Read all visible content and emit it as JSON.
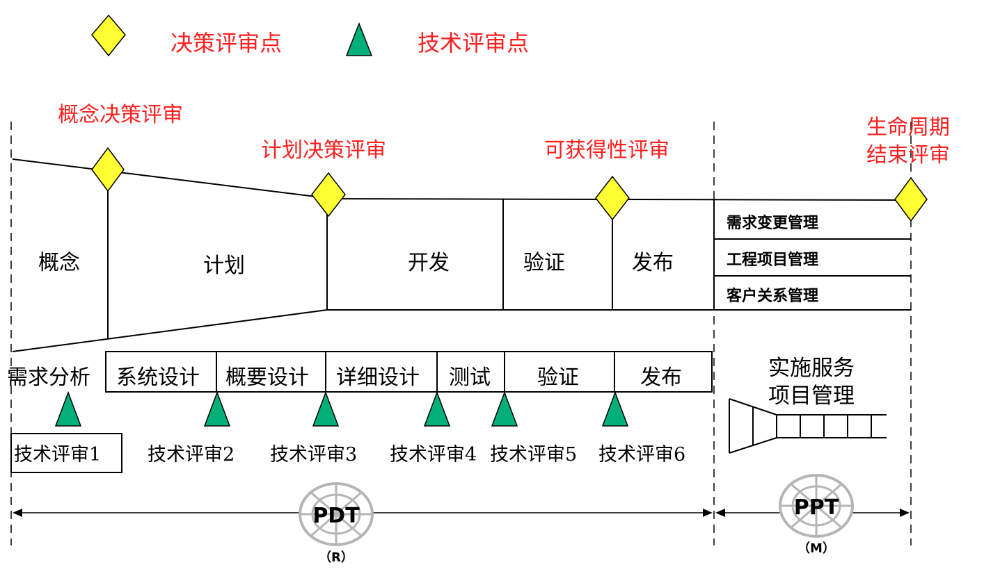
{
  "legend": {
    "decision_label": "决策评审点",
    "technical_label": "技术评审点"
  },
  "decision_reviews": {
    "concept": "概念决策评审",
    "plan": "计划决策评审",
    "availability": "可获得性评审",
    "lifecycle_line1": "生命周期",
    "lifecycle_line2": "结束评审"
  },
  "phases": {
    "concept": "概念",
    "plan": "计划",
    "develop": "开发",
    "verify": "验证",
    "release": "发布"
  },
  "lifecycle_items": [
    "需求变更管理",
    "工程项目管理",
    "客户关系管理"
  ],
  "activities": {
    "requirements": "需求分析",
    "system_design": "系统设计",
    "outline_design": "概要设计",
    "detail_design": "详细设计",
    "test": "测试",
    "verify": "验证",
    "release": "发布"
  },
  "tech_reviews": [
    "技术评审1",
    "技术评审2",
    "技术评审3",
    "技术评审4",
    "技术评审5",
    "技术评审6"
  ],
  "service": {
    "line1": "实施服务",
    "line2": "项目管理"
  },
  "teams": {
    "pdt": "PDT",
    "pdt_sub": "（R）",
    "ppt": "PPT",
    "ppt_sub": "（M）"
  },
  "colors": {
    "decision_fill": "#ffff33",
    "technical_fill": "#00b077",
    "highlight_text": "#ff1f1f"
  }
}
